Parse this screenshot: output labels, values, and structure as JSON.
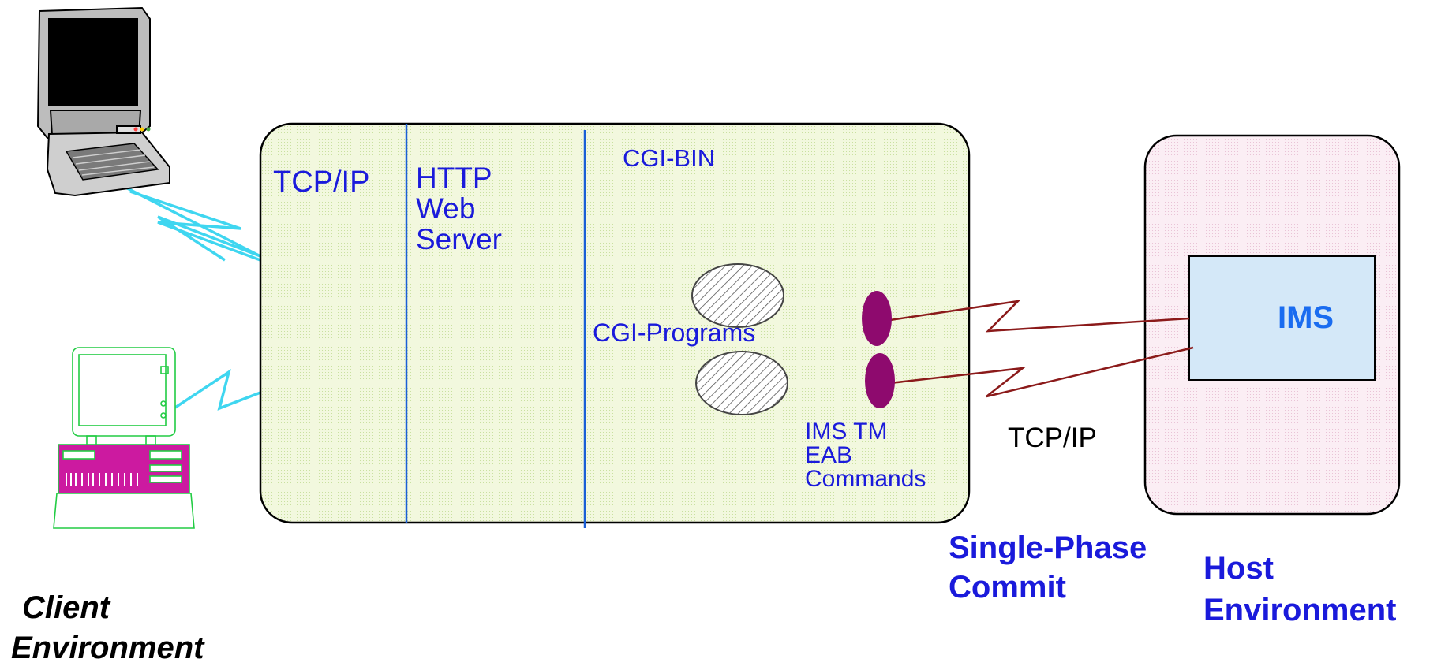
{
  "server": {
    "tcpip": "TCP/IP",
    "http_lines": [
      "HTTP",
      "Web",
      "Server"
    ],
    "cgi_bin": "CGI-BIN",
    "cgi_programs": "CGI-Programs",
    "eab_lines": [
      "IMS TM",
      "EAB",
      "Commands"
    ]
  },
  "connection": {
    "tcpip": "TCP/IP"
  },
  "host": {
    "ims": "IMS"
  },
  "captions": {
    "client_line1": "Client",
    "client_line2": "Environment",
    "commit_line1": "Single-Phase",
    "commit_line2": "Commit",
    "host_line1": "Host",
    "host_line2": "Environment"
  },
  "colors": {
    "label_blue": "#1a1adb",
    "server_fill": "#f2f8de",
    "host_fill": "#fbeef4",
    "ims_fill": "#d4e8f8",
    "lightning_cyan": "#3fd6f0",
    "wire_maroon": "#8b1a1a",
    "connector_purple": "#8e0a6e",
    "pc_green": "#22cc44",
    "pc_magenta": "#cc1aa0"
  },
  "icons": [
    "laptop-icon",
    "desktop-pc-icon",
    "cgi-program-icon",
    "eab-connector-icon"
  ]
}
